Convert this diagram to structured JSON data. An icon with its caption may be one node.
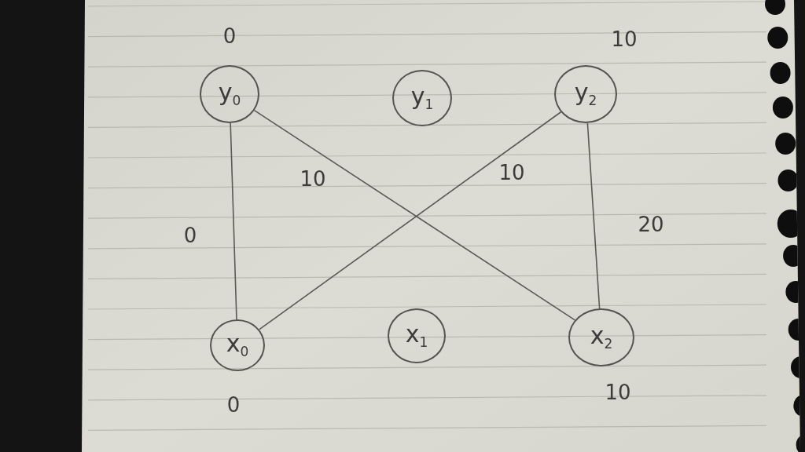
{
  "diagram": {
    "nodes": [
      {
        "text": [
          "y$_{0}$"
        ],
        "beside": [
          "0"
        ]
      },
      {
        "text": [
          "y$_{1}$"
        ]
      },
      {
        "text": [
          "y$_{2}$"
        ],
        "beside": [
          "10"
        ]
      },
      {
        "text": [
          "x$_{0}$"
        ],
        "beside": [
          "0"
        ]
      },
      {
        "text": [
          "x$_{1}$"
        ]
      },
      {
        "text": [
          "x$_{2}$"
        ],
        "beside": [
          "10"
        ]
      }
    ],
    "edges": [
      {
        "from": 0,
        "to": 3,
        "arrow": "none",
        "label": "0"
      },
      {
        "from": 0,
        "to": 5,
        "arrow": "none",
        "label": "10"
      },
      {
        "from": 2,
        "to": 3,
        "arrow": "none",
        "label": "10"
      },
      {
        "from": 2,
        "to": 5,
        "arrow": "none",
        "label": "20"
      }
    ]
  }
}
